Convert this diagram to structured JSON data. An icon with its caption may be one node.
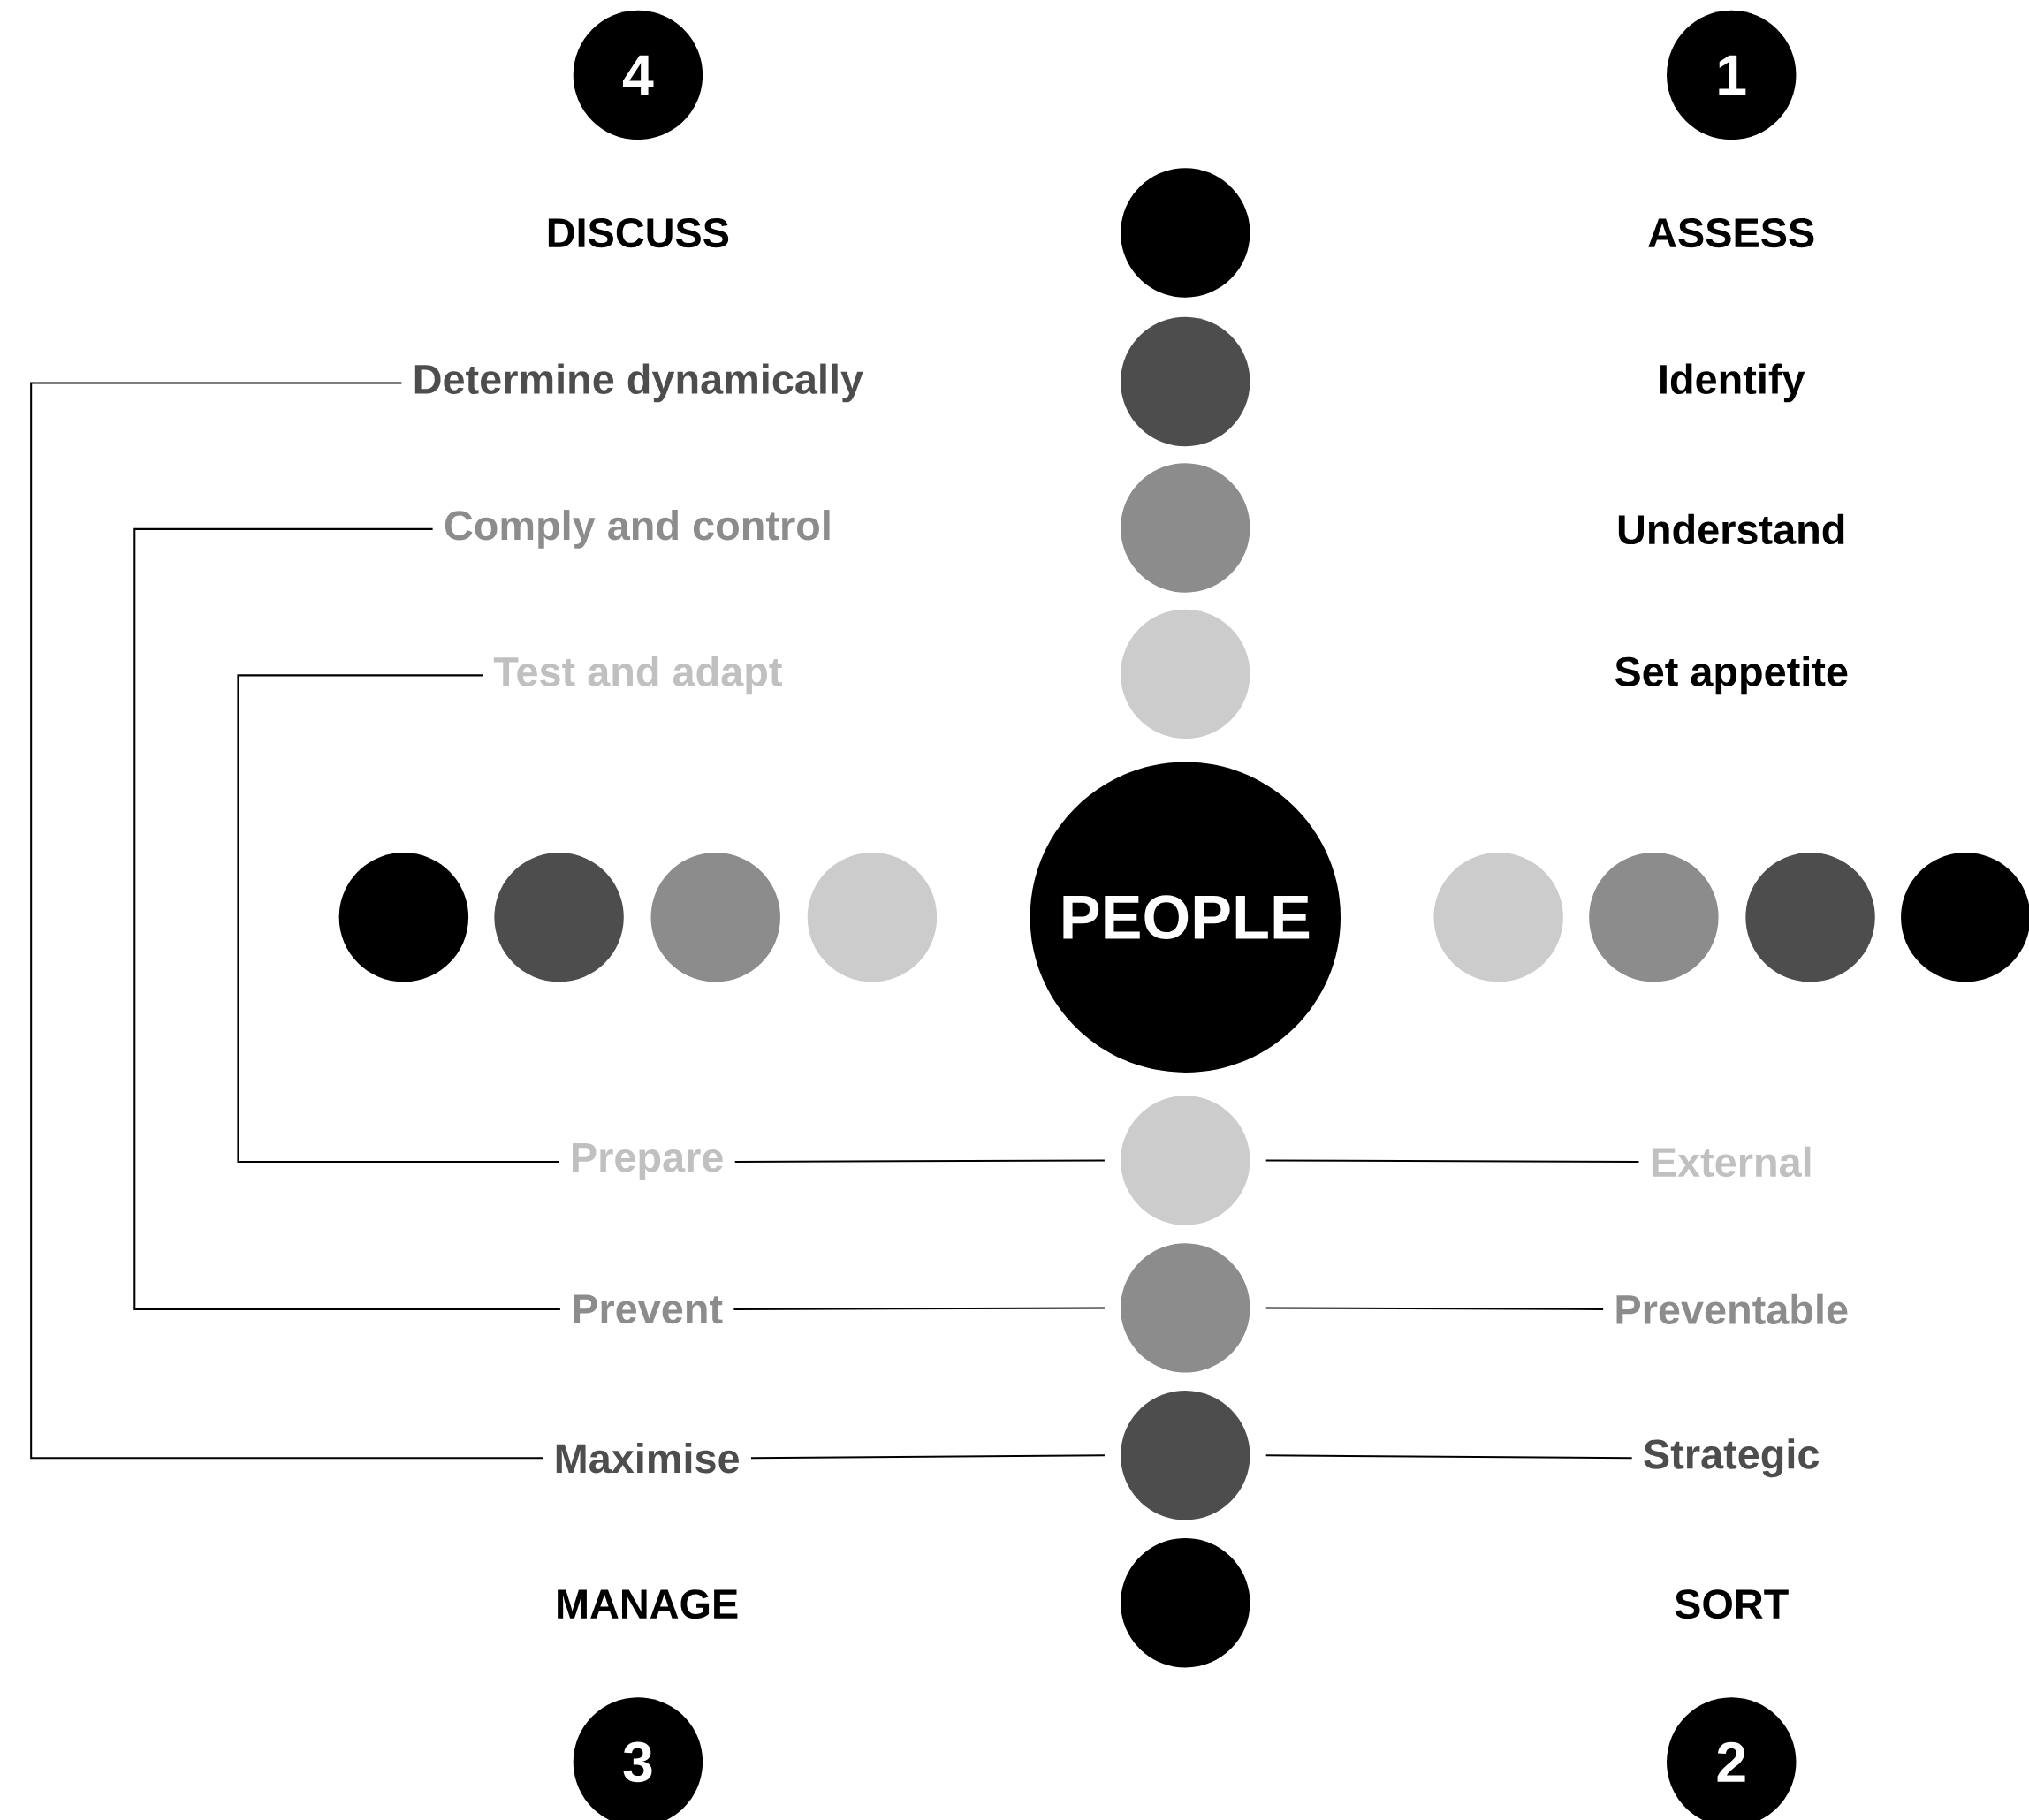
{
  "diagram": {
    "nodes": [
      {
        "text": [
          "4"
        ]
      },
      {
        "text": [
          "1"
        ]
      },
      {
        "text": [],
        "shape": "circle"
      },
      {
        "text": [
          "Determine dynamically"
        ]
      },
      {
        "text": [],
        "shape": "circle"
      },
      {
        "text": [
          "Comply and control"
        ]
      },
      {
        "text": [],
        "shape": "circle"
      },
      {
        "text": [
          "Test and adapt"
        ]
      },
      {
        "text": [],
        "shape": "circle"
      },
      {
        "text": [],
        "shape": "circle"
      },
      {
        "text": [],
        "shape": "circle"
      },
      {
        "text": [],
        "shape": "circle"
      },
      {
        "text": [],
        "shape": "circle"
      },
      {
        "text": [
          "PEOPLE"
        ]
      },
      {
        "text": [],
        "shape": "circle"
      },
      {
        "text": [],
        "shape": "circle"
      },
      {
        "text": [],
        "shape": "circle"
      },
      {
        "text": [],
        "shape": "circle"
      },
      {
        "text": [
          "Prepare"
        ]
      },
      {
        "text": [],
        "shape": "circle"
      },
      {
        "text": [
          "External"
        ]
      },
      {
        "text": [
          "Prevent"
        ]
      },
      {
        "text": [],
        "shape": "circle"
      },
      {
        "text": [
          "Preventable"
        ]
      },
      {
        "text": [
          "Maximise"
        ]
      },
      {
        "text": [],
        "shape": "circle"
      },
      {
        "text": [
          "Strategic"
        ]
      },
      {
        "text": [],
        "shape": "circle"
      },
      {
        "text": [
          "3"
        ]
      },
      {
        "text": [
          "2"
        ]
      }
    ],
    "edges": [
      {
        "from": 3,
        "to": 24,
        "arrow": "none"
      },
      {
        "from": 5,
        "to": 21,
        "arrow": "none"
      },
      {
        "from": 7,
        "to": 18,
        "arrow": "none"
      },
      {
        "from": 18,
        "to": 19,
        "arrow": "none"
      },
      {
        "from": 19,
        "to": 20,
        "arrow": "none"
      },
      {
        "from": 21,
        "to": 22,
        "arrow": "none"
      },
      {
        "from": 22,
        "to": 23,
        "arrow": "none"
      },
      {
        "from": 24,
        "to": 25,
        "arrow": "none"
      },
      {
        "from": 25,
        "to": 26,
        "arrow": "none"
      }
    ],
    "labels": [
      "DISCUSS",
      "ASSESS",
      "Identify",
      "Understand",
      "Set appetite",
      "MANAGE",
      "SORT"
    ]
  }
}
